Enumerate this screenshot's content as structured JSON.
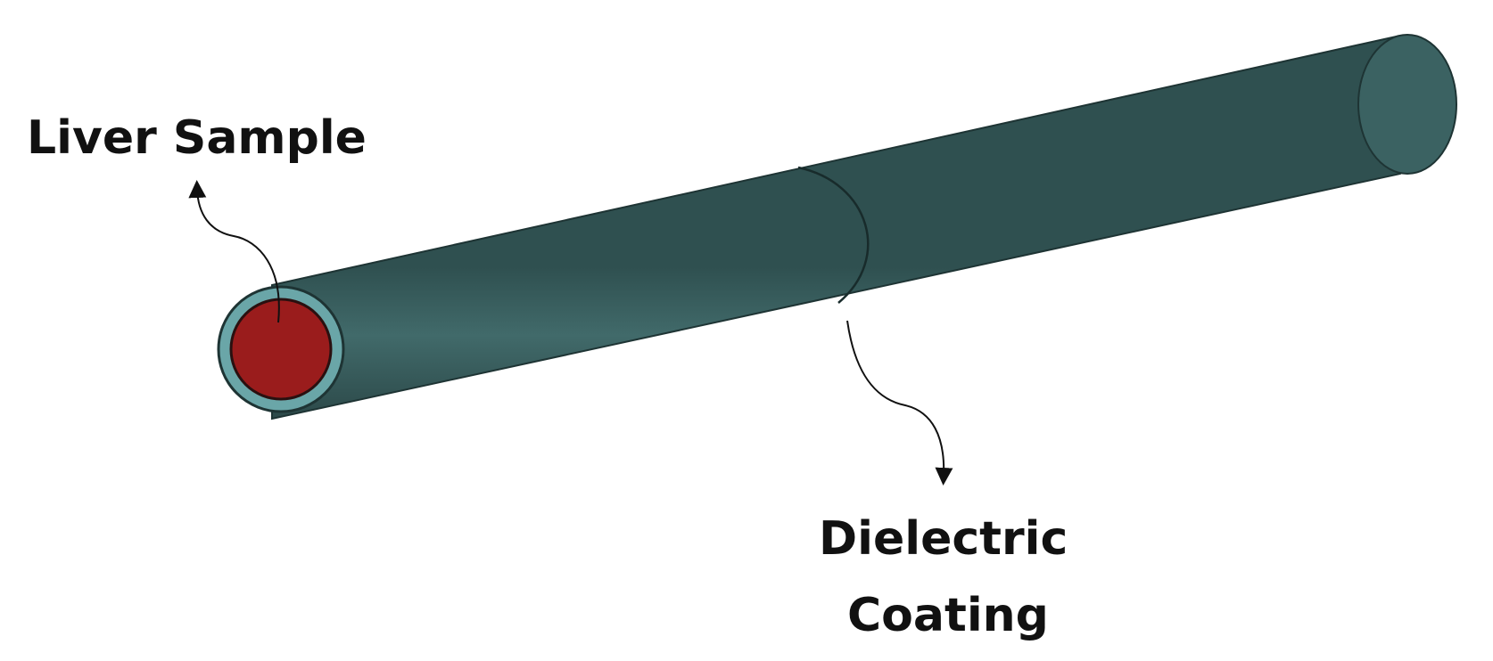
{
  "labels": {
    "liver_sample": "Liver Sample",
    "dielectric_line1": "Dielectric",
    "dielectric_line2": "Coating"
  },
  "colors": {
    "tube_body": "#3a5f5f",
    "tube_edge": "#1e3434",
    "coating_ring": "#6aa6a8",
    "liver_core": "#9a1c1c",
    "arrow": "#111111",
    "text": "#111111"
  }
}
